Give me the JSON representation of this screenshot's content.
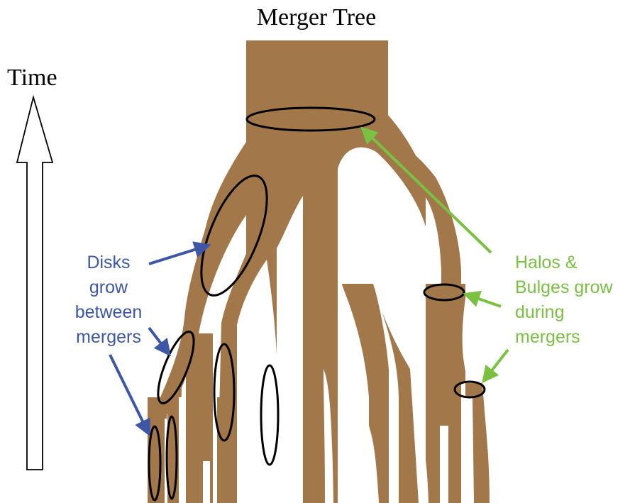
{
  "title": "Merger Tree",
  "time_label": "Time",
  "left_annotation": {
    "lines": [
      "Disks",
      "grow",
      "between",
      "mergers"
    ]
  },
  "right_annotation": {
    "lines": [
      "Halos &",
      "Bulges grow",
      "during",
      "mergers"
    ]
  },
  "colors": {
    "trunk": "#a2774a",
    "left_text": "#3d57a6",
    "right_text": "#7ac142",
    "outline": "#000000"
  }
}
